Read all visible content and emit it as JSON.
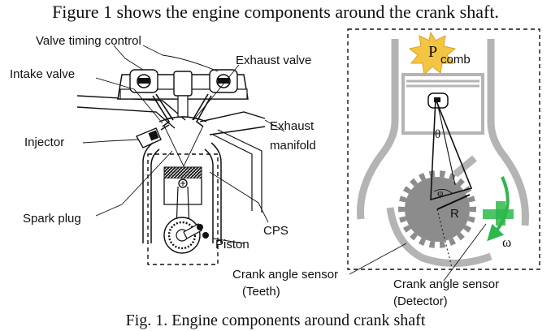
{
  "heading": "Figure 1 shows the engine components around the crank shaft.",
  "caption": "Fig. 1. Engine components around crank shaft",
  "labels": {
    "valve_timing_control": "Valve timing control",
    "exhaust_valve": "Exhaust valve",
    "intake_valve": "Intake valve",
    "exhaust": "Exhaust",
    "manifold": "manifold",
    "injector": "Injector",
    "spark_plug": "Spark plug",
    "cps": "CPS",
    "piston": "Piston",
    "crank_teeth_line1": "Crank angle sensor",
    "crank_teeth_line2": "(Teeth)",
    "crank_detector_line1": "Crank angle sensor",
    "crank_detector_line2": "(Detector)"
  },
  "symbols": {
    "p": "P",
    "p_sub": "comb",
    "theta": "θ",
    "phi": "φ",
    "r": "R",
    "omega": "ω"
  },
  "colors": {
    "gray": "#b4b4b4",
    "dark_gray": "#8c8c8c",
    "green": "#2db84b",
    "burst": "#f4c542",
    "burst_stroke": "#e0a020"
  }
}
